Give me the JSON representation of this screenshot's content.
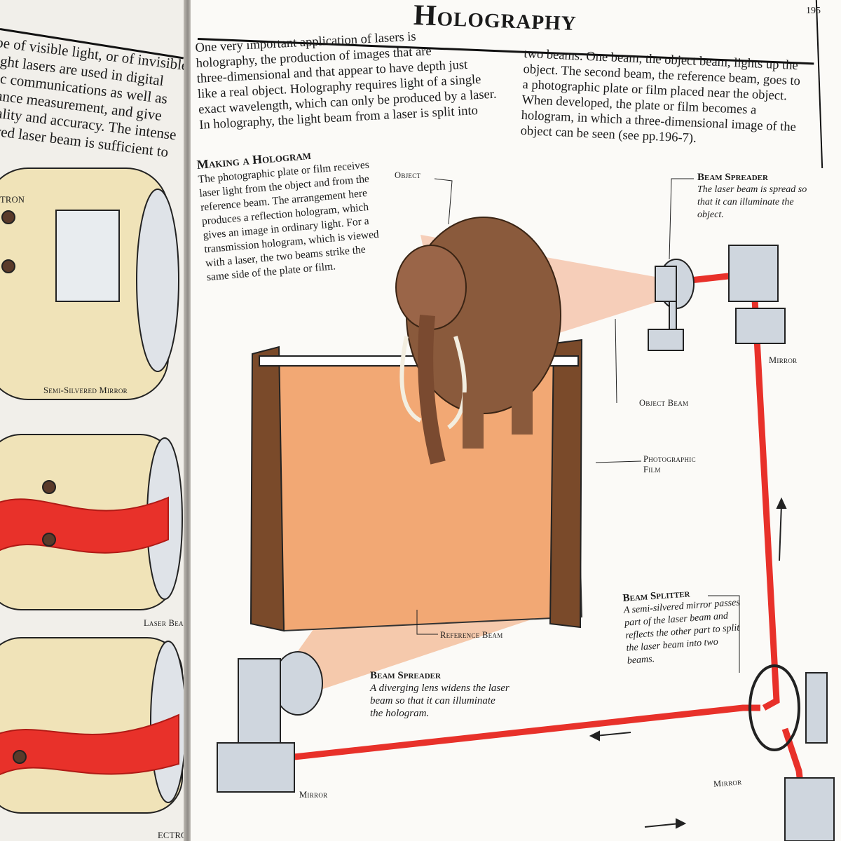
{
  "left_page": {
    "text_lines": [
      "be of visible light, or of invisible",
      "ight lasers are used in digital",
      "ic communications as well as",
      "ance measurement, and give",
      "ality and accuracy. The intense",
      "red laser beam is sufficient to"
    ],
    "labels": {
      "electron": "TRON",
      "semi_silvered_mirror": "Semi-Silvered Mirror",
      "laser_beam": "Laser Beam",
      "electrode": "ECTRODE"
    }
  },
  "right_page": {
    "title": "Holography",
    "page_number": "195",
    "intro_col1": [
      "One very important application of lasers is",
      "holography, the production of images that are",
      "three-dimensional and that appear to have depth just",
      "like a real object. Holography requires light of a single",
      "exact wavelength, which can only be produced by a laser.",
      "In holography, the light beam from a laser is split into"
    ],
    "intro_col2": [
      "two beams. One beam, the object beam, lights up the",
      "object. The second beam, the reference beam, goes to",
      "a photographic plate or film placed near the object.",
      "When developed, the plate or film becomes a",
      "hologram, in which a three-dimensional image of the",
      "object can be seen (see pp.196-7)."
    ],
    "sidebar": {
      "heading": "Making a Hologram",
      "body": "The photographic plate or film receives laser light from the object and from the reference beam. The arrangement here produces a reflection hologram, which gives an image in ordinary light. For a transmission hologram, which is viewed with a laser, the two beams strike the same side of the plate or film."
    },
    "labels": {
      "object": "Object",
      "object_beam": "Object Beam",
      "photographic_film": "Photographic Film",
      "reference_beam": "Reference Beam",
      "mirror_top": "Mirror",
      "mirror_bottom_right": "Mirror",
      "mirror_bottom_left": "Mirror"
    },
    "captions": {
      "beam_spreader_top": {
        "title": "Beam Spreader",
        "text": "The laser beam is spread so that it can illuminate the object."
      },
      "beam_spreader_bottom": {
        "title": "Beam Spreader",
        "text": "A diverging lens widens the laser beam so that it can illuminate the hologram."
      },
      "beam_splitter": {
        "title": "Beam Splitter",
        "text": "A semi-silvered mirror passes part of the laser beam and reflects the other part to split the laser beam into two beams."
      }
    }
  },
  "colors": {
    "laser": "#e8312a",
    "illustration_bg": "#f0e3b8",
    "film_glow": "#f0a070",
    "mammoth": "#8a5a3c",
    "frame": "#7a4a2a"
  }
}
